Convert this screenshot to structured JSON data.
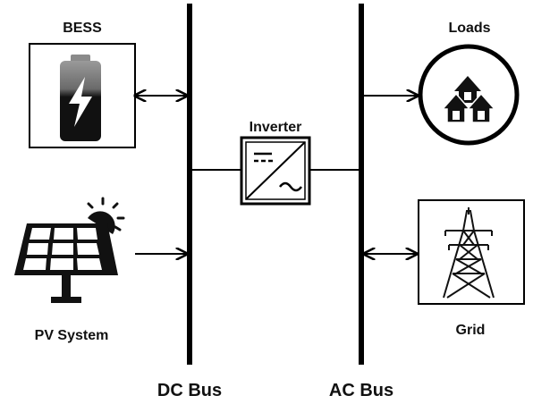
{
  "labels": {
    "bess": "BESS",
    "pv_system": "PV System",
    "inverter": "Inverter",
    "loads": "Loads",
    "grid": "Grid",
    "dc_bus": "DC Bus",
    "ac_bus": "AC Bus"
  },
  "icons": {
    "bess": "battery-charging-icon",
    "pv": "solar-panel-icon",
    "sun": "sun-icon",
    "inverter": "dc-ac-inverter-icon",
    "loads": "houses-icon",
    "grid": "transmission-tower-icon"
  },
  "colors": {
    "line": "#000000",
    "battery_fill": "#111111",
    "battery_top": "#8a8a8a",
    "background": "#ffffff"
  }
}
